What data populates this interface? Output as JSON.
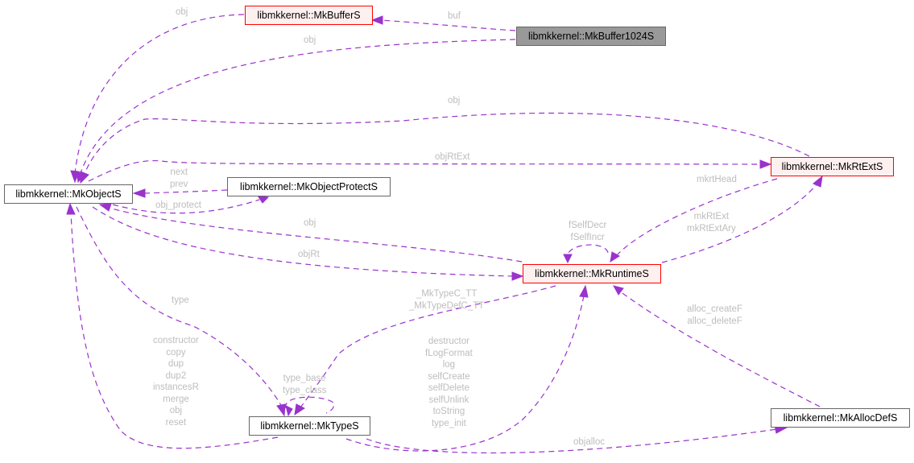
{
  "diagram": {
    "type": "collaboration-graph",
    "edge_color": "#9a32cd",
    "label_color": "#bdbdbd",
    "nodes": {
      "bufferS": {
        "label": "libmkkernel::MkBufferS",
        "style": "red"
      },
      "buffer1024S": {
        "label": "libmkkernel::MkBuffer1024S",
        "style": "gray"
      },
      "objectS": {
        "label": "libmkkernel::MkObjectS",
        "style": "plain"
      },
      "objectProtectS": {
        "label": "libmkkernel::MkObjectProtectS",
        "style": "plain"
      },
      "rtExtS": {
        "label": "libmkkernel::MkRtExtS",
        "style": "red"
      },
      "runtimeS": {
        "label": "libmkkernel::MkRuntimeS",
        "style": "red"
      },
      "typeS": {
        "label": "libmkkernel::MkTypeS",
        "style": "plain"
      },
      "allocDefS": {
        "label": "libmkkernel::MkAllocDefS",
        "style": "plain"
      }
    },
    "edges": {
      "buf": {
        "from": "buffer1024S",
        "to": "bufferS",
        "label": "buf"
      },
      "obj_buffer": {
        "from": "bufferS",
        "to": "objectS",
        "label": "obj"
      },
      "obj_buffer1024": {
        "from": "buffer1024S",
        "to": "objectS",
        "label": "obj"
      },
      "obj_rtext": {
        "from": "rtExtS",
        "to": "objectS",
        "label": "obj"
      },
      "objRtExt": {
        "from": "objectS",
        "to": "rtExtS",
        "label": "objRtExt"
      },
      "next_prev": {
        "from": "objectProtectS",
        "to": "objectS",
        "label": "next\nprev"
      },
      "obj_protect": {
        "from": "objectS",
        "to": "objectProtectS",
        "label": "obj_protect"
      },
      "mkrtHead": {
        "from": "rtExtS",
        "to": "runtimeS",
        "label": "mkrtHead"
      },
      "mkRtExt": {
        "from": "runtimeS",
        "to": "rtExtS",
        "label": "mkRtExt\nmkRtExtAry"
      },
      "fSelf": {
        "from": "runtimeS",
        "to": "runtimeS",
        "label": "fSelfDecr\nfSelfIncr"
      },
      "obj_runtime": {
        "from": "runtimeS",
        "to": "objectS",
        "label": "obj"
      },
      "objRt": {
        "from": "objectS",
        "to": "runtimeS",
        "label": "objRt"
      },
      "type": {
        "from": "objectS",
        "to": "typeS",
        "label": "type"
      },
      "typeC_TT": {
        "from": "runtimeS",
        "to": "typeS",
        "label": "_MkTypeC_TT\n_MkTypeDefC_TT"
      },
      "type_base": {
        "from": "typeS",
        "to": "typeS",
        "label": "type_base\ntype_class"
      },
      "type_methods_obj": {
        "from": "typeS",
        "to": "objectS",
        "label": "constructor\ncopy\ndup\ndup2\ninstancesR\nmerge\nobj\nreset"
      },
      "type_methods_rt": {
        "from": "typeS",
        "to": "runtimeS",
        "label": "destructor\nfLogFormat\nlog\nselfCreate\nselfDelete\nselfUnlink\ntoString\ntype_init"
      },
      "alloc": {
        "from": "allocDefS",
        "to": "runtimeS",
        "label": "alloc_createF\nalloc_deleteF"
      },
      "objalloc": {
        "from": "typeS",
        "to": "allocDefS",
        "label": "objalloc"
      }
    }
  }
}
